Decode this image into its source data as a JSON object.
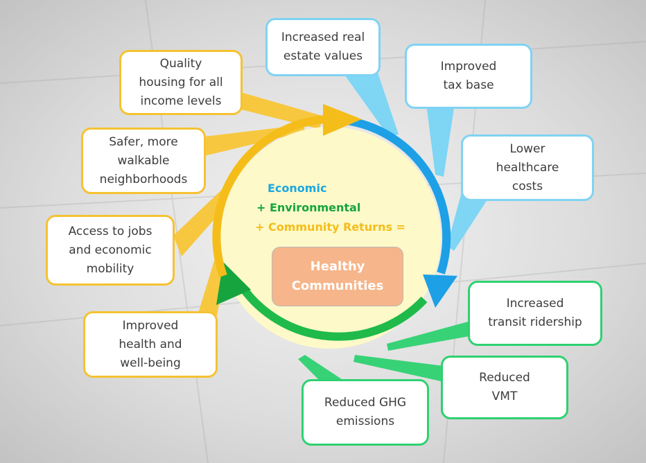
{
  "center": {
    "economic": "Economic",
    "environmental": "+ Environmental",
    "community": "+ Community Returns =",
    "healthy_line1": "Healthy",
    "healthy_line2": "Communities"
  },
  "community_benefits": [
    {
      "lines": [
        "Quality",
        "housing for all",
        "income levels"
      ]
    },
    {
      "lines": [
        "Safer, more",
        "walkable",
        "neighborhoods"
      ]
    },
    {
      "lines": [
        "Access to jobs",
        "and economic",
        "mobility"
      ]
    },
    {
      "lines": [
        "Improved",
        "health and",
        "well-being"
      ]
    }
  ],
  "economic_benefits": [
    {
      "lines": [
        "Increased real",
        "estate values"
      ]
    },
    {
      "lines": [
        "Improved",
        "tax base"
      ]
    },
    {
      "lines": [
        "Lower",
        "healthcare",
        "costs"
      ]
    }
  ],
  "environmental_benefits": [
    {
      "lines": [
        "Increased",
        "transit ridership"
      ]
    },
    {
      "lines": [
        "Reduced",
        "VMT"
      ]
    },
    {
      "lines": [
        "Reduced GHG",
        "emissions"
      ]
    }
  ],
  "colors": {
    "economic": "#1aa7e2",
    "environmental": "#16a43e",
    "community": "#f5bd1a",
    "healthy_fill": "#f6b58a",
    "center_fill": "#fdf9c8"
  }
}
